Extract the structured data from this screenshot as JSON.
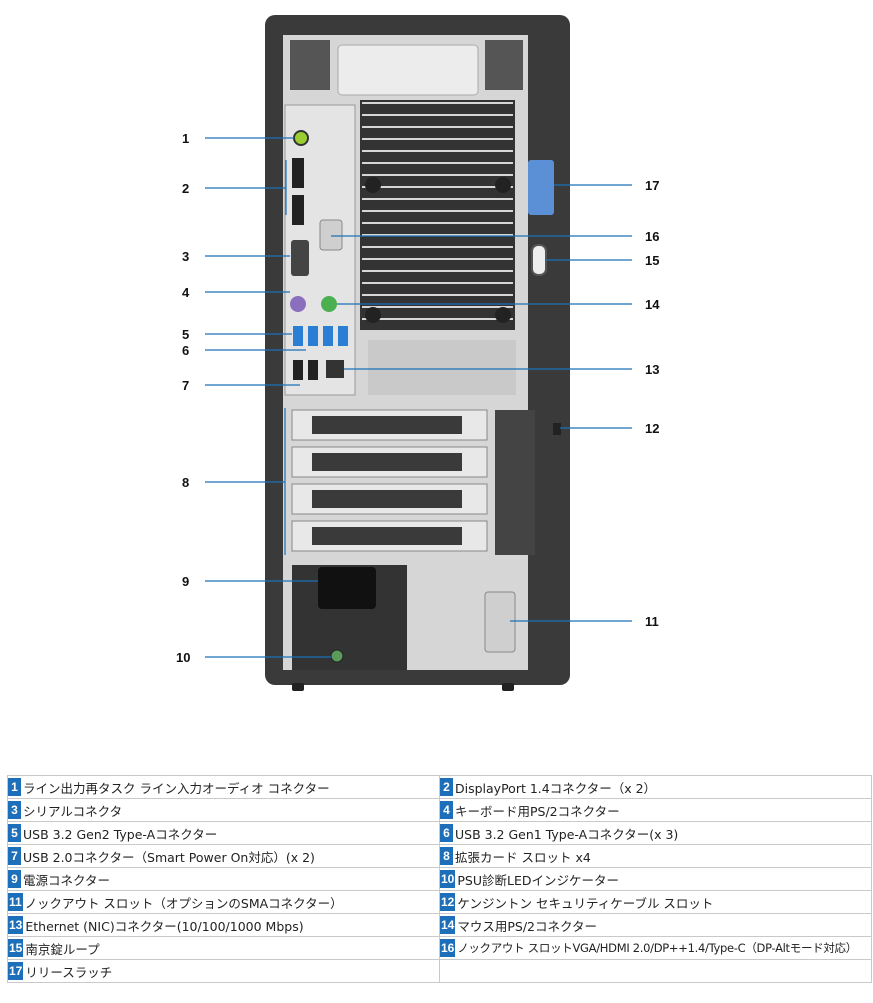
{
  "diagram": {
    "callouts": [
      {
        "n": "1"
      },
      {
        "n": "2"
      },
      {
        "n": "3"
      },
      {
        "n": "4"
      },
      {
        "n": "5"
      },
      {
        "n": "6"
      },
      {
        "n": "7"
      },
      {
        "n": "8"
      },
      {
        "n": "9"
      },
      {
        "n": "10"
      },
      {
        "n": "11"
      },
      {
        "n": "12"
      },
      {
        "n": "13"
      },
      {
        "n": "14"
      },
      {
        "n": "15"
      },
      {
        "n": "16"
      },
      {
        "n": "17"
      }
    ],
    "colors": {
      "accent": "#1c6fb8",
      "chassis": "#3a3a3a",
      "panel": "#d9d9d9",
      "latch": "#5b8fd6"
    }
  },
  "legend": {
    "rows": [
      [
        {
          "n": "1",
          "label": "ライン出力再タスク ライン入力オーディオ コネクター"
        },
        {
          "n": "2",
          "label": "DisplayPort 1.4コネクター（x 2）"
        }
      ],
      [
        {
          "n": "3",
          "label": "シリアルコネクタ"
        },
        {
          "n": "4",
          "label": "キーボード用PS/2コネクター"
        }
      ],
      [
        {
          "n": "5",
          "label": "USB 3.2 Gen2 Type-Aコネクター"
        },
        {
          "n": "6",
          "label": "USB 3.2 Gen1 Type-Aコネクター(x 3)"
        }
      ],
      [
        {
          "n": "7",
          "label": "USB 2.0コネクター（Smart Power On対応）(x 2)"
        },
        {
          "n": "8",
          "label": "拡張カード スロット x4"
        }
      ],
      [
        {
          "n": "9",
          "label": "電源コネクター"
        },
        {
          "n": "10",
          "label": "PSU診断LEDインジケーター"
        }
      ],
      [
        {
          "n": "11",
          "label": "ノックアウト スロット（オプションのSMAコネクター）"
        },
        {
          "n": "12",
          "label": "ケンジントン セキュリティケーブル スロット"
        }
      ],
      [
        {
          "n": "13",
          "label": "Ethernet (NIC)コネクター(10/100/1000 Mbps)"
        },
        {
          "n": "14",
          "label": "マウス用PS/2コネクター"
        }
      ],
      [
        {
          "n": "15",
          "label": "南京錠ループ"
        },
        {
          "n": "16",
          "label": "ノックアウト スロットVGA/HDMI 2.0/DP++1.4/Type-C（DP-Altモード対応）"
        }
      ],
      [
        {
          "n": "17",
          "label": "リリースラッチ"
        },
        {
          "n": "",
          "label": ""
        }
      ]
    ]
  }
}
